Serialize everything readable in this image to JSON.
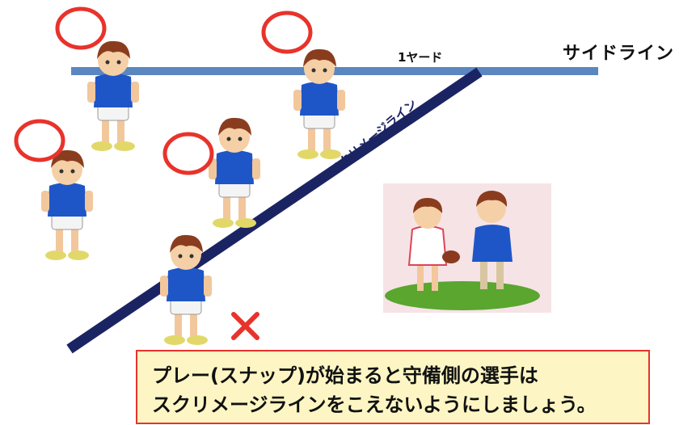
{
  "labels": {
    "yard": "1ヤード",
    "sideline": "サイドライン",
    "scrimmage": "スクリメージライン"
  },
  "note": {
    "line1": "プレー(スナップ)が始まると守備側の選手は",
    "line2": "スクリメージラインをこえないようにしましょう。"
  },
  "colors": {
    "sideline": "#5b87c0",
    "scrimmage_line": "#1b2463",
    "ok_circle": "#e8332b",
    "ng_cross": "#e8332b",
    "note_background": "#fdf6c4",
    "note_border": "#e8332b"
  },
  "markers": {
    "ok_symbol": "circle",
    "ng_symbol": "cross"
  }
}
